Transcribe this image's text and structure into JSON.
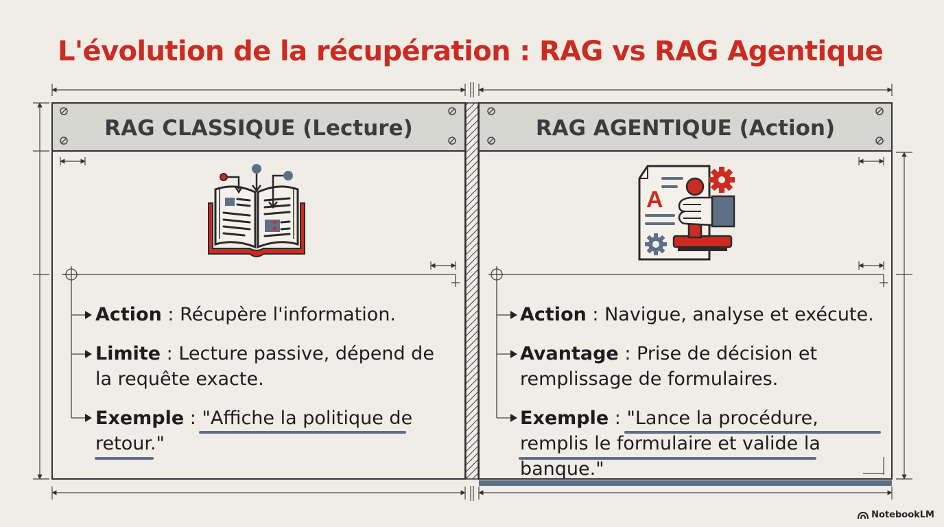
{
  "title": "L'évolution de la récupération : RAG vs RAG Agentique",
  "left": {
    "header": "RAG CLASSIQUE (Lecture)",
    "icon": "open-book-icon",
    "items": [
      {
        "label": "Action",
        "sep": " : ",
        "text": "Récupère l'information."
      },
      {
        "label": "Limite",
        "sep": " : ",
        "text": "Lecture passive, dépend de la requête exacte."
      },
      {
        "label": "Exemple",
        "sep": " : ",
        "text": "\"Affiche la politique de retour.\""
      }
    ]
  },
  "right": {
    "header": "RAG AGENTIQUE (Action)",
    "icon": "document-stamp-gear-icon",
    "items": [
      {
        "label": "Action",
        "sep": " : ",
        "text": "Navigue, analyse et exécute."
      },
      {
        "label": "Avantage",
        "sep": " : ",
        "text": "Prise de décision et remplissage de formulaires."
      },
      {
        "label": "Exemple",
        "sep": " : ",
        "text": "\"Lance la procédure, remplis le formulaire et valide la banque.\""
      }
    ]
  },
  "brand": "NotebookLM",
  "colors": {
    "accent": "#cc2b22",
    "slate": "#5f6f86",
    "header_bg": "#d7d7d2",
    "background": "#efede6"
  }
}
